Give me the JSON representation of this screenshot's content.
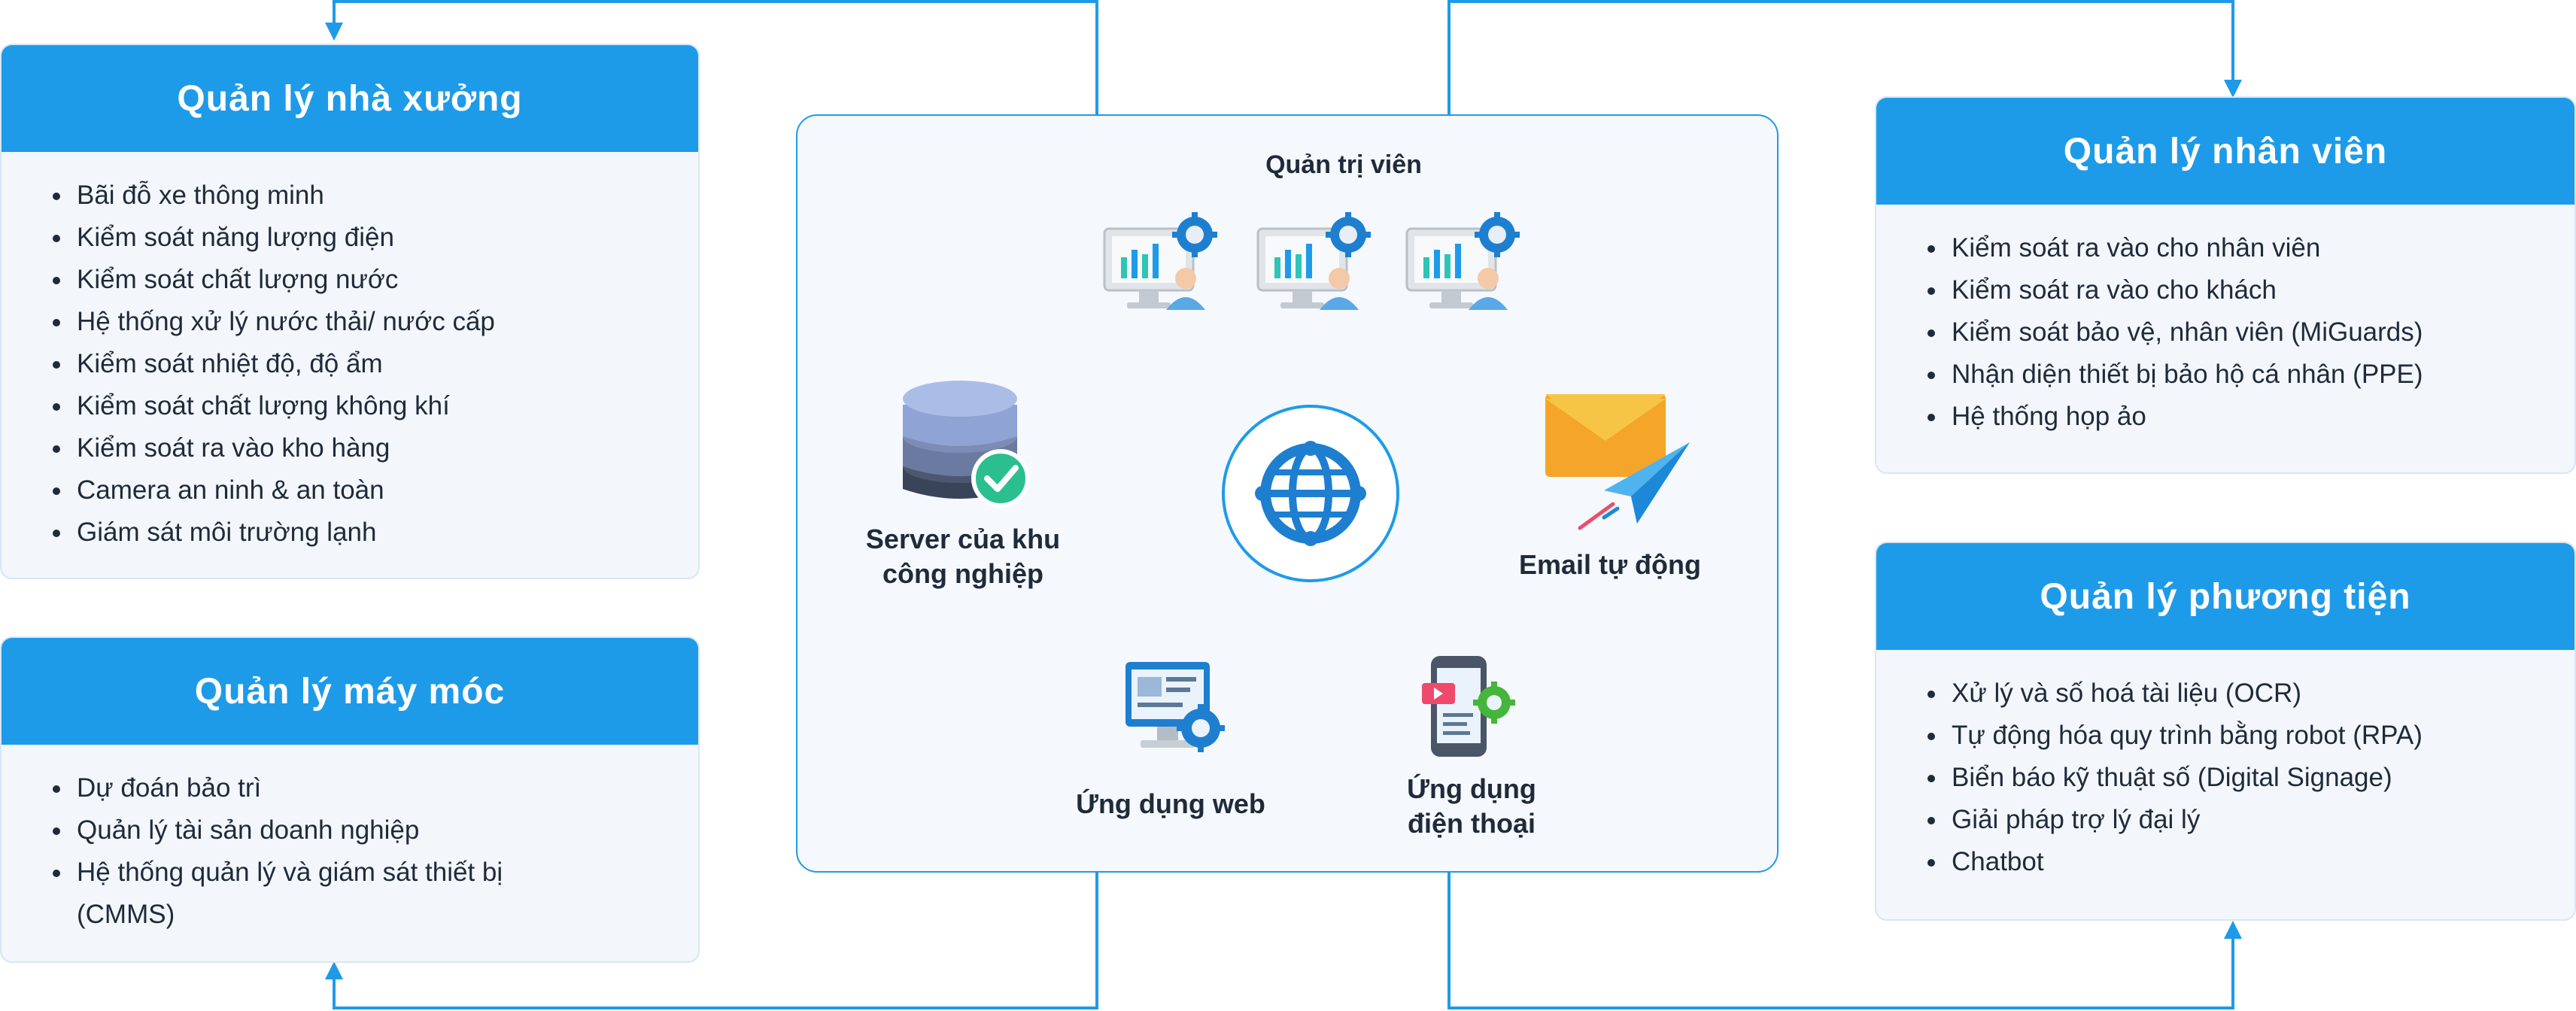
{
  "panels": {
    "factory": {
      "title": "Quản lý nhà xưởng",
      "items": [
        "Bãi đỗ xe thông minh",
        "Kiểm soát năng lượng điện",
        "Kiểm soát chất lượng nước",
        "Hệ thống xử lý nước thải/ nước cấp",
        "Kiểm soát nhiệt độ, độ ẩm",
        "Kiểm soát chất lượng không khí",
        "Kiểm soát ra vào kho hàng",
        "Camera an ninh & an toàn",
        "Giám sát môi trường lạnh"
      ]
    },
    "machines": {
      "title": "Quản lý máy móc",
      "items": [
        "Dự đoán bảo trì",
        "Quản lý tài sản doanh nghiệp",
        "Hệ thống quản lý và giám sát thiết bị",
        "(CMMS)"
      ]
    },
    "staff": {
      "title": "Quản lý nhân viên",
      "items": [
        "Kiểm soát ra vào cho nhân viên",
        "Kiểm soát ra vào cho khách",
        "Kiểm soát bảo vệ, nhân viên (MiGuards)",
        "Nhận diện thiết bị bảo hộ cá nhân (PPE)",
        "Hệ thống họp ảo"
      ]
    },
    "vehicles": {
      "title": "Quản lý phương tiện",
      "items": [
        "Xử lý và số hoá tài liệu (OCR)",
        "Tự động hóa quy trình bằng robot (RPA)",
        "Biển báo kỹ thuật số (Digital Signage)",
        "Giải pháp trợ lý đại lý",
        "Chatbot"
      ]
    }
  },
  "center": {
    "admin_label": "Quản trị viên",
    "server_label": [
      "Server của khu",
      "công nghiệp"
    ],
    "email_label": "Email tự động",
    "web_label": "Ứng dụng web",
    "mobile_label": [
      "Ứng dụng",
      "điện thoại"
    ]
  },
  "colors": {
    "accent": "#1e9be8",
    "panel_bg": "#f3f7fc",
    "text": "#1f2a3a",
    "check": "#2bbf8f",
    "gear": "#1e7fd0",
    "envelope": "#f5b325"
  },
  "icons": [
    "admin-monitor-icon",
    "server-database-icon",
    "globe-network-icon",
    "email-send-icon",
    "web-app-icon",
    "mobile-app-icon"
  ]
}
